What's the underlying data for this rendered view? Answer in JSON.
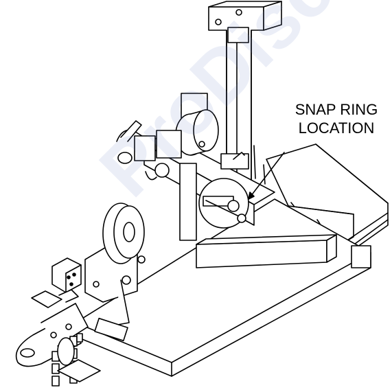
{
  "callout": {
    "line1": "SNAP RING",
    "line2": "LOCATION"
  },
  "watermark": {
    "text": "ProDiscountHitch.com"
  },
  "colors": {
    "ink": "#000000",
    "paper": "#ffffff",
    "watermark": "#6f86c8"
  }
}
